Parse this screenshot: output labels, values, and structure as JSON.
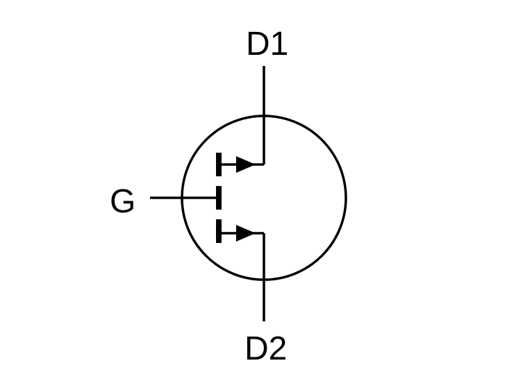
{
  "diagram": {
    "labels": {
      "drain_top": "D1",
      "drain_bottom": "D2",
      "gate": "G"
    },
    "colors": {
      "line": "#000000",
      "background": "#ffffff"
    }
  }
}
